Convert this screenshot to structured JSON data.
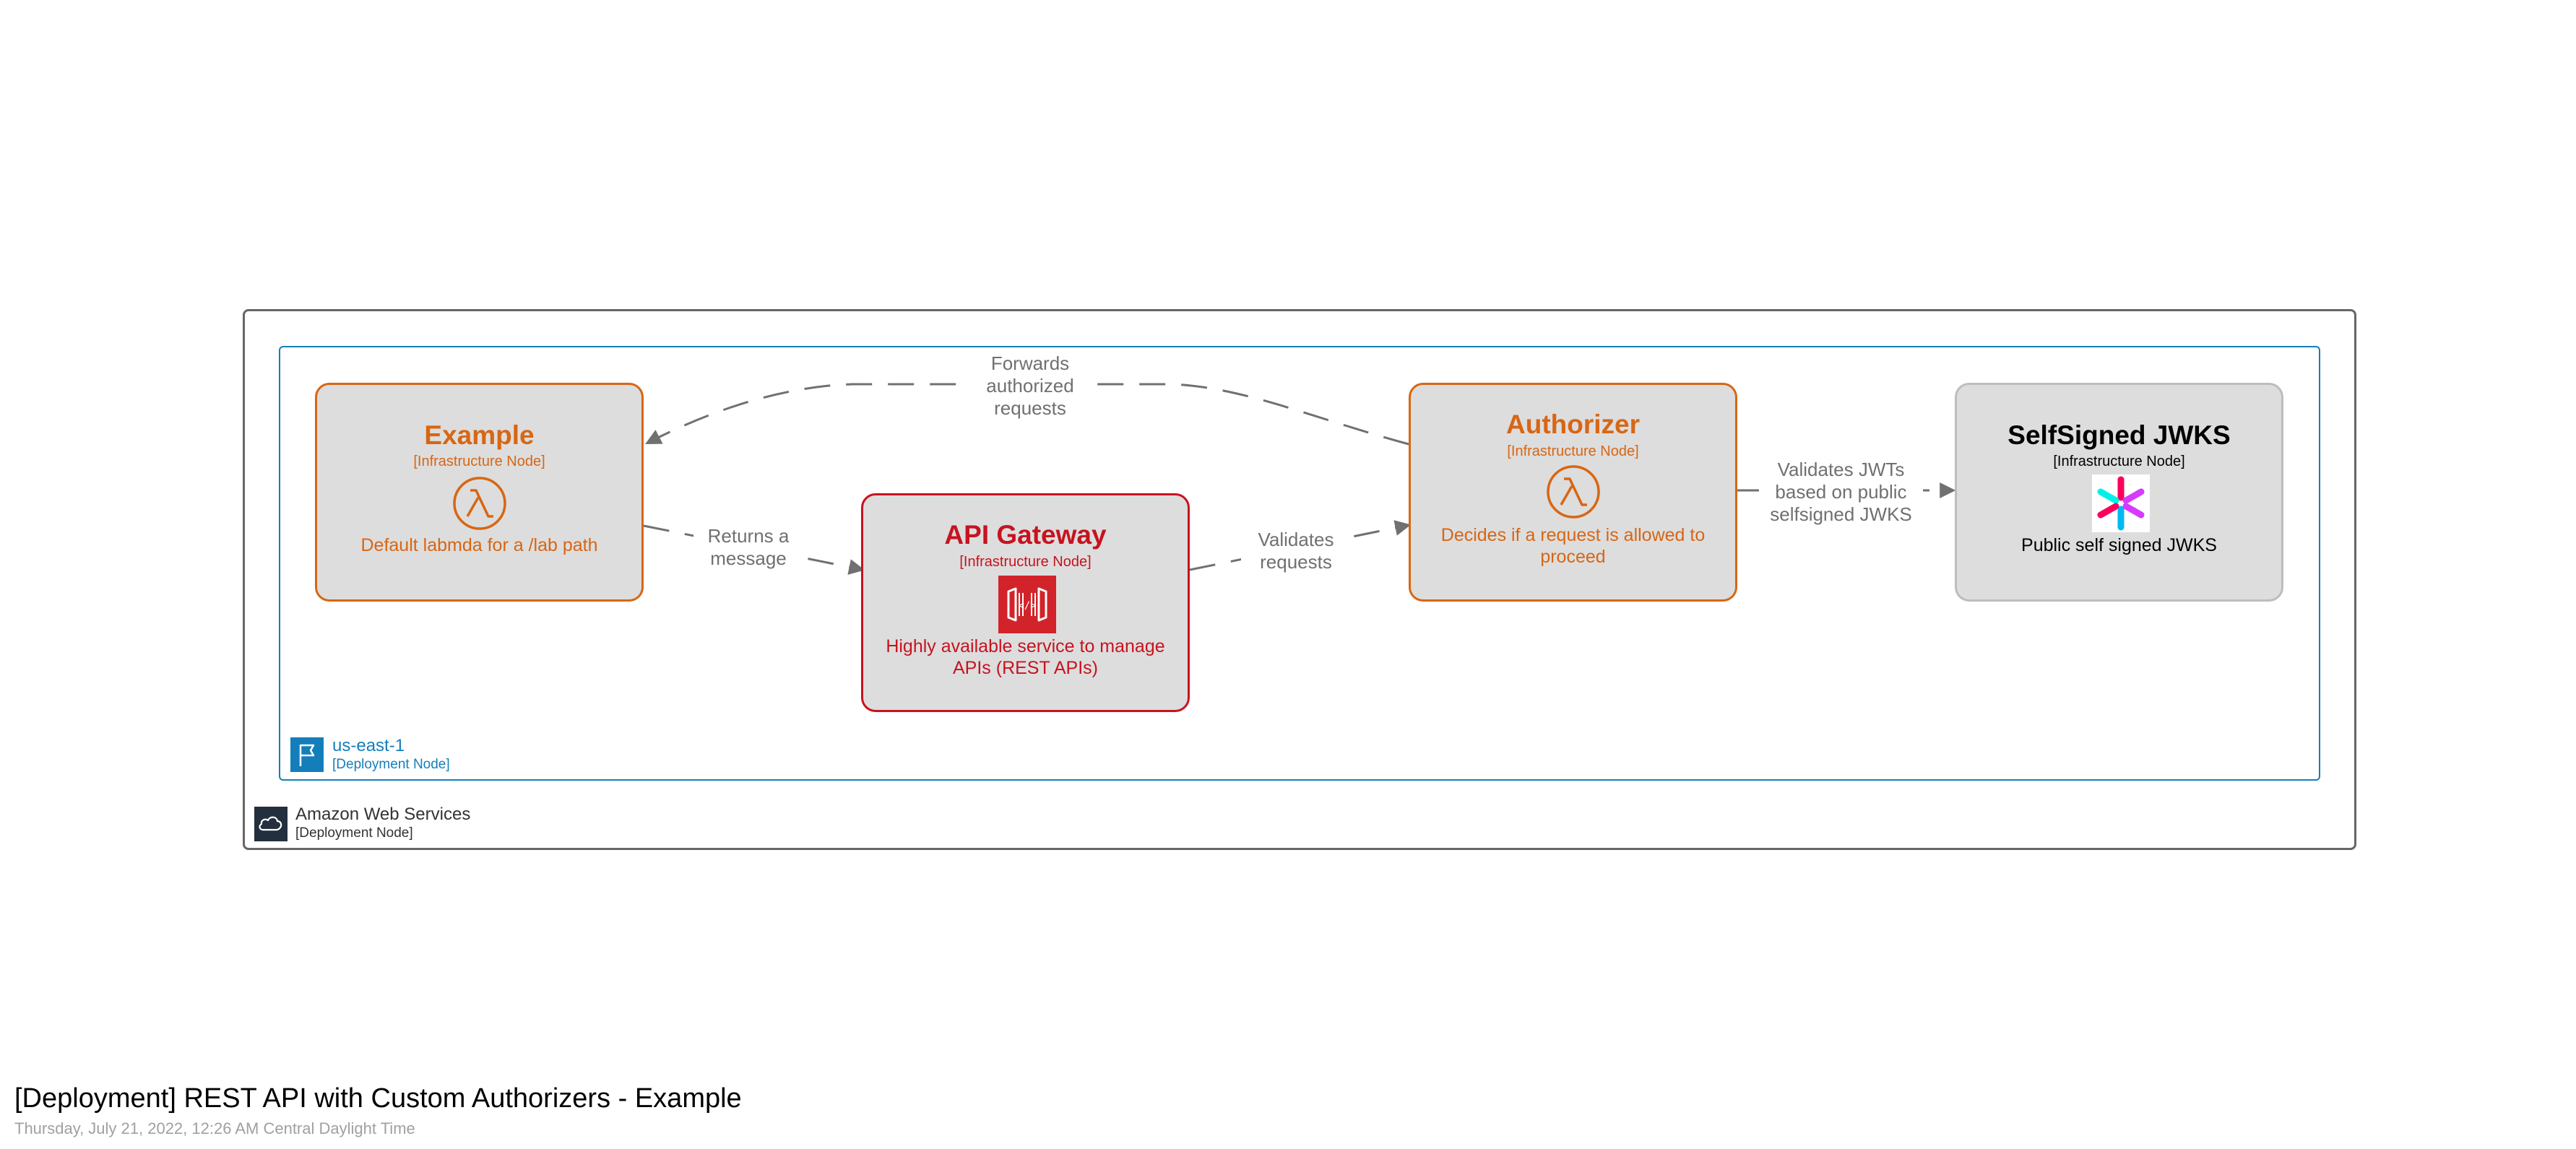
{
  "diagram": {
    "title": "[Deployment] REST API with Custom Authorizers - Example",
    "date": "Thursday, July 21, 2022, 12:26 AM Central Daylight Time"
  },
  "deployment_nodes": {
    "aws": {
      "name": "Amazon Web Services",
      "type": "[Deployment Node]",
      "icon": "cloud-icon",
      "color": "#666666"
    },
    "region": {
      "name": "us-east-1",
      "type": "[Deployment Node]",
      "icon": "region-flag-icon",
      "color": "#147eba"
    }
  },
  "nodes": {
    "example": {
      "title": "Example",
      "type": "[Infrastructure Node]",
      "description": "Default labmda for a /lab path",
      "icon": "lambda-icon",
      "color": "#d86613"
    },
    "api_gateway": {
      "title": "API Gateway",
      "type": "[Infrastructure Node]",
      "description": "Highly available service to manage APIs (REST APIs)",
      "icon": "api-gateway-icon",
      "color": "#c7131f"
    },
    "authorizer": {
      "title": "Authorizer",
      "type": "[Infrastructure Node]",
      "description": "Decides if a request is allowed to proceed",
      "icon": "lambda-icon",
      "color": "#d86613"
    },
    "jwks": {
      "title": "SelfSigned JWKS",
      "type": "[Infrastructure Node]",
      "description": "Public self signed JWKS",
      "icon": "jwt-logo-icon",
      "color": "#000000"
    }
  },
  "relationships": {
    "forwards": {
      "label": "Forwards authorized requests"
    },
    "returns": {
      "label": "Returns a message"
    },
    "validates_requests": {
      "label": "Validates requests"
    },
    "validates_jwts": {
      "label": "Validates JWTs based on public selfsigned JWKS"
    }
  },
  "colors": {
    "edge": "#707070",
    "node_fill": "#dddddd"
  }
}
